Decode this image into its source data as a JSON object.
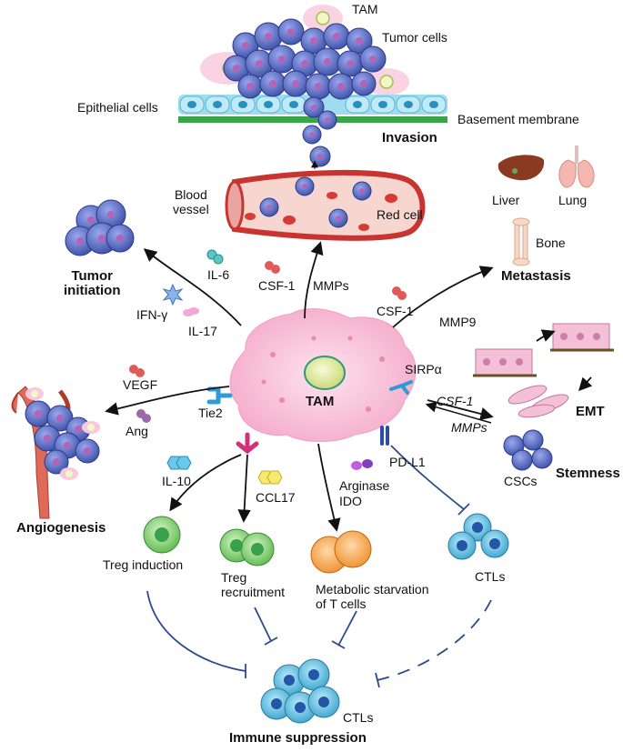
{
  "labels": {
    "tam_top": "TAM",
    "tumor_cells": "Tumor cells",
    "epithelial_cells": "Epithelial cells",
    "basement_membrane": "Basement membrane",
    "invasion": "Invasion",
    "blood_vessel": "Blood\nvessel",
    "red_cell": "Red cell",
    "liver": "Liver",
    "lung": "Lung",
    "bone": "Bone",
    "metastasis": "Metastasis",
    "tumor_initiation": "Tumor\ninitiation",
    "il6": "IL-6",
    "csf1_top": "CSF-1",
    "mmps_top": "MMPs",
    "ifn_gamma": "IFN-γ",
    "il17": "IL-17",
    "csf1_right": "CSF-1",
    "mmp9": "MMP9",
    "vegf": "VEGF",
    "ang": "Ang",
    "tie2": "Tie2",
    "tam_center": "TAM",
    "sirpa": "SIRPα",
    "csf1_emt": "CSF-1",
    "mmps_emt": "MMPs",
    "emt": "EMT",
    "csc": "CSCs",
    "stemness": "Stemness",
    "pdl1": "PD-L1",
    "arginase": "Arginase",
    "ido": "IDO",
    "il10": "IL-10",
    "ccl17": "CCL17",
    "angiogenesis": "Angiogenesis",
    "treg_induction": "Treg induction",
    "treg_recruitment": "Treg\nrecruitment",
    "metabolic_starvation": "Metabolic starvation\nof T cells",
    "ctls_right": "CTLs",
    "ctls_bottom": "CTLs",
    "immune_suppression": "Immune suppression"
  },
  "colors": {
    "tam_body": "#f7b8d3",
    "tumor_cell": "#5b6fc9",
    "tumor_nucleus": "#b463b8",
    "epithelial": "#8fd6ea",
    "basement": "#3aa64a",
    "vessel_wall": "#c8342f",
    "vessel_lumen": "#f6d6cf",
    "red_cell": "#d83a36",
    "treg": "#6cc45c",
    "starved_t": "#f39a3d",
    "ctl": "#42a8d6",
    "ctl_nucleus": "#2456a8",
    "receptor_tie2": "#2e9bd6",
    "receptor_magenta": "#d2307a",
    "receptor_pdl1": "#2a4ea8",
    "arrow": "#111111",
    "inhibit": "#2c4a8a"
  },
  "icons": [
    "tam-cell",
    "tumor-cell-cluster",
    "epithelial-layer",
    "blood-vessel",
    "liver-icon",
    "lung-icon",
    "bone-icon",
    "cytokine-icon",
    "emt-cells-icon",
    "csc-cluster-icon",
    "treg-cell-icon",
    "ctl-cell-icon"
  ]
}
